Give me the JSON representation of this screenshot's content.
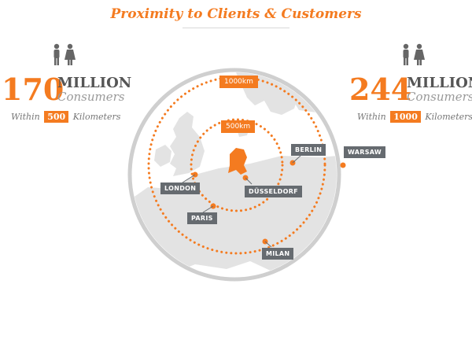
{
  "title": "Proximity to Clients & Customers",
  "left_stat": {
    "number": "170",
    "unit": "MILLION",
    "label": "Consumers",
    "within_prefix": "Within",
    "within_value": "500",
    "within_suffix": "Kilometers"
  },
  "right_stat": {
    "number": "244",
    "unit": "MILLION",
    "label": "Consumers",
    "within_prefix": "Within",
    "within_value": "1000",
    "within_suffix": "Kilometers"
  },
  "rings": {
    "outer_label": "1000km",
    "inner_label": "500km"
  },
  "cities": {
    "london": "LONDON",
    "paris": "PARIS",
    "dusseldorf": "DÜSSELDORF",
    "berlin": "BERLIN",
    "warsaw": "WARSAW",
    "milan": "MILAN"
  },
  "colors": {
    "accent": "#f47b20",
    "callout": "#666b70",
    "land": "#e3e3e3",
    "sea": "#ffffff",
    "ring_border": "#cfcfcf"
  },
  "icons": [
    "person-male-icon",
    "person-female-icon"
  ]
}
